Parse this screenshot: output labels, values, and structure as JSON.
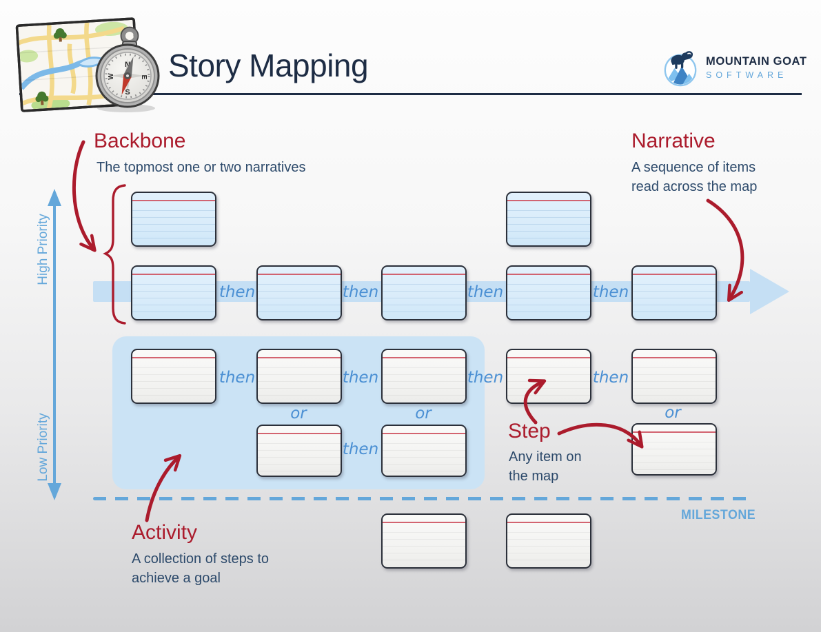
{
  "header": {
    "title": "Story Mapping",
    "logo": {
      "name": "MOUNTAIN GOAT",
      "subtitle": "SOFTWARE"
    }
  },
  "axis": {
    "high": "High Priority",
    "low": "Low Priority"
  },
  "annotations": {
    "backbone": {
      "title": "Backbone",
      "description": "The topmost one or two narratives"
    },
    "narrative": {
      "title": "Narrative",
      "description_line1": "A sequence of items",
      "description_line2": "read across the map"
    },
    "step": {
      "title": "Step",
      "description_line1": "Any item on",
      "description_line2": "the map"
    },
    "activity": {
      "title": "Activity",
      "description_line1": "A collection of steps to",
      "description_line2": "achieve a goal"
    }
  },
  "labels": {
    "then": "then",
    "or": "or",
    "milestone": "MILESTONE"
  },
  "icons": {
    "map_compass": "map-compass-icon",
    "goat_logo": "mountain-goat-logo-icon",
    "narrative_flow": "narrative-flow-arrow",
    "priority_axis": "priority-axis-arrow"
  },
  "colors": {
    "red": "#ab1b2c",
    "navy": "#2d4a6b",
    "title_navy": "#1d2c44",
    "blue": "#64a7da",
    "script_blue": "#4a8fd3",
    "band_blue": "#c5dff4",
    "panel_blue": "#cbe3f5",
    "card_blue": "#d9ecfa",
    "card_line": "#cc4a58"
  }
}
